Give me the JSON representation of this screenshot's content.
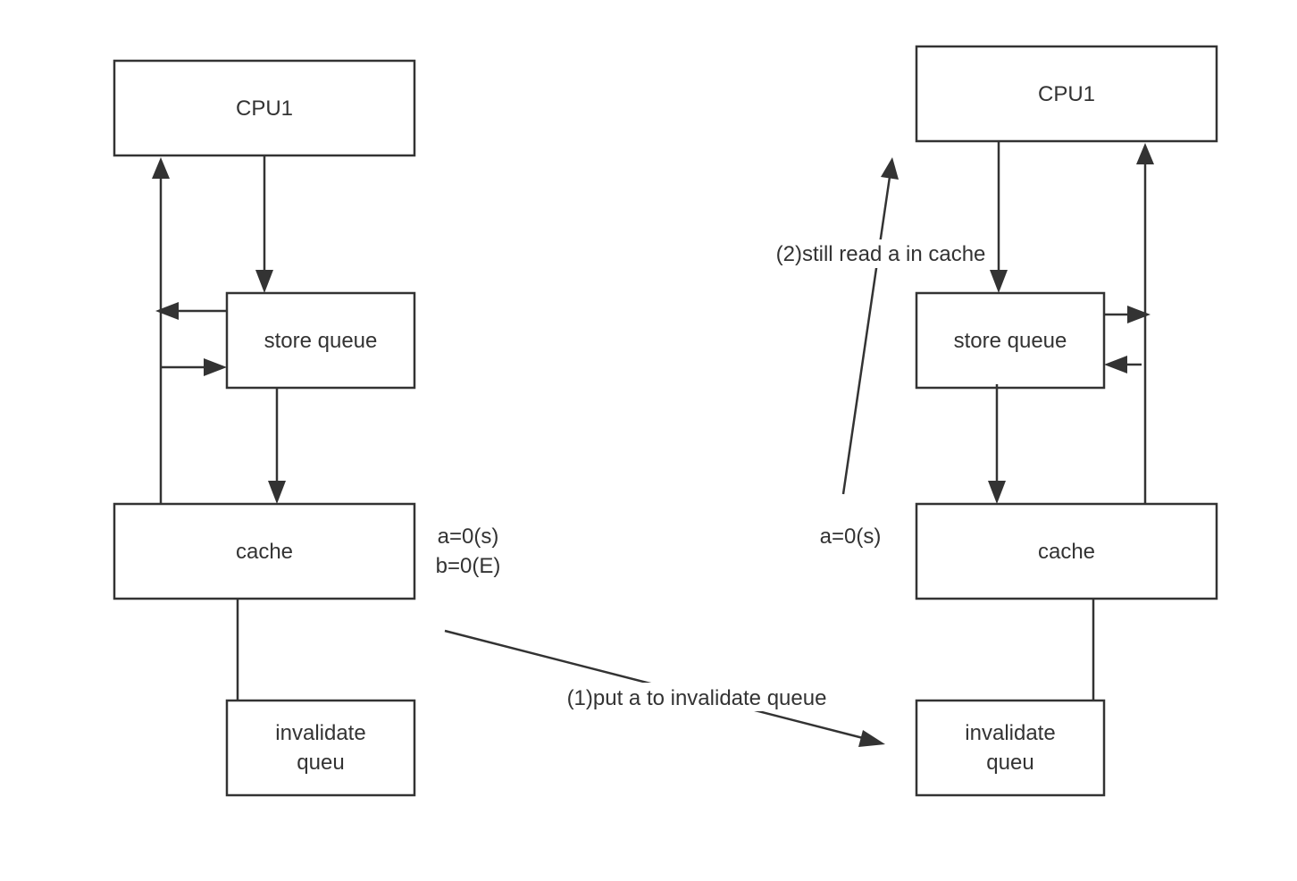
{
  "left": {
    "cpu_label": "CPU1",
    "store_queue_label": "store queue",
    "cache_label": "cache",
    "invalidate_label_line1": "invalidate",
    "invalidate_label_line2": "queu",
    "cache_state_a": "a=0(s)",
    "cache_state_b": "b=0(E)"
  },
  "right": {
    "cpu_label": "CPU1",
    "store_queue_label": "store queue",
    "cache_label": "cache",
    "invalidate_label_line1": "invalidate",
    "invalidate_label_line2": "queu",
    "cache_state_a": "a=0(s)"
  },
  "annotations": {
    "step1": "(1)put a to invalidate queue",
    "step2": "(2)still read a in cache"
  },
  "colors": {
    "stroke": "#333333",
    "text": "#333333",
    "background": "#ffffff"
  }
}
